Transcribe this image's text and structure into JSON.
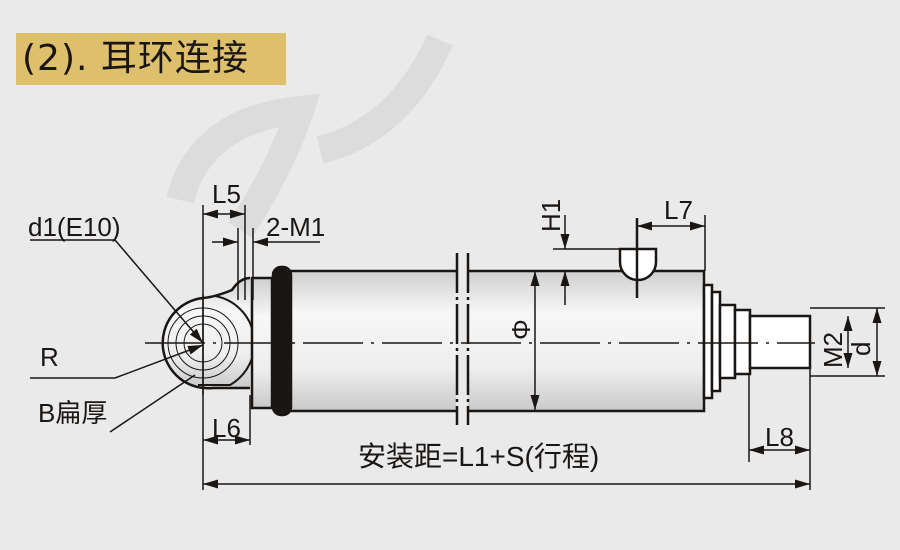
{
  "title": "(2). 耳环连接",
  "labels": {
    "d1": "d1(E10)",
    "l5": "L5",
    "m1": "2-M1",
    "r": "R",
    "b": "B扁厚",
    "l6": "L6",
    "h1": "H1",
    "l7": "L7",
    "phi": "Φ",
    "m2": "M2",
    "d": "d",
    "l8": "L8",
    "install": "安装距=L1+S(行程)"
  },
  "colors": {
    "title_bg": "#ddbf6c",
    "ink": "#1a1614",
    "background": "#ebeaea"
  }
}
